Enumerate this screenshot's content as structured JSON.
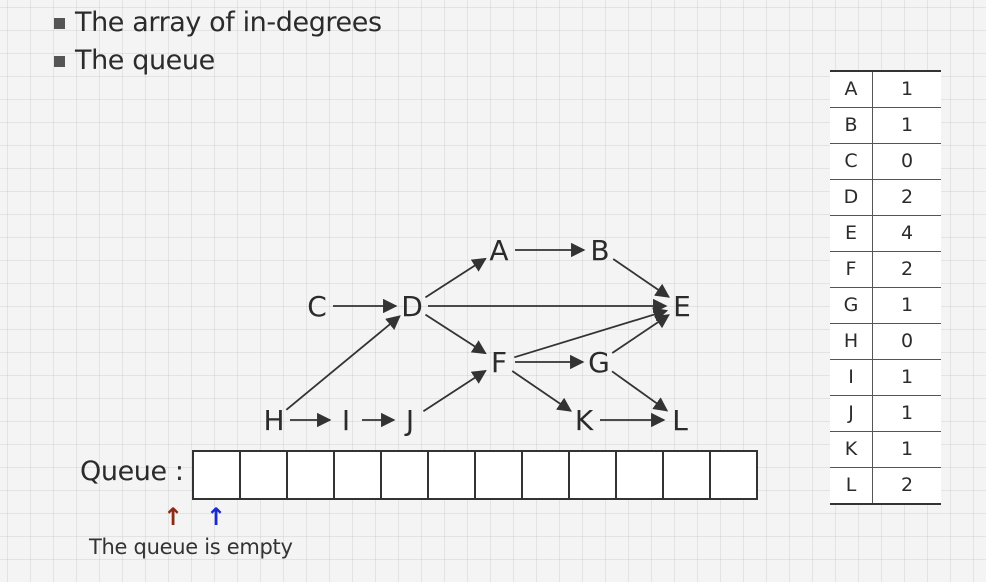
{
  "bullets": [
    "The array of in-degrees",
    "The queue"
  ],
  "graph": {
    "nodes": [
      "A",
      "B",
      "C",
      "D",
      "E",
      "F",
      "G",
      "H",
      "I",
      "J",
      "K",
      "L"
    ],
    "edges": [
      [
        "A",
        "B"
      ],
      [
        "B",
        "E"
      ],
      [
        "C",
        "D"
      ],
      [
        "D",
        "A"
      ],
      [
        "D",
        "E"
      ],
      [
        "D",
        "F"
      ],
      [
        "F",
        "E"
      ],
      [
        "F",
        "G"
      ],
      [
        "F",
        "K"
      ],
      [
        "G",
        "E"
      ],
      [
        "G",
        "L"
      ],
      [
        "H",
        "I"
      ],
      [
        "H",
        "D"
      ],
      [
        "I",
        "J"
      ],
      [
        "J",
        "F"
      ],
      [
        "K",
        "L"
      ]
    ]
  },
  "queue": {
    "label": "Queue :",
    "capacity": 12,
    "status": "The queue is empty"
  },
  "indegrees": [
    {
      "node": "A",
      "value": "1"
    },
    {
      "node": "B",
      "value": "1"
    },
    {
      "node": "C",
      "value": "0"
    },
    {
      "node": "D",
      "value": "2"
    },
    {
      "node": "E",
      "value": "4"
    },
    {
      "node": "F",
      "value": "2"
    },
    {
      "node": "G",
      "value": "1"
    },
    {
      "node": "H",
      "value": "0"
    },
    {
      "node": "I",
      "value": "1"
    },
    {
      "node": "J",
      "value": "1"
    },
    {
      "node": "K",
      "value": "1"
    },
    {
      "node": "L",
      "value": "2"
    }
  ],
  "colors": {
    "front_arrow": "#8b2a18",
    "rear_arrow": "#1a2ad0"
  }
}
